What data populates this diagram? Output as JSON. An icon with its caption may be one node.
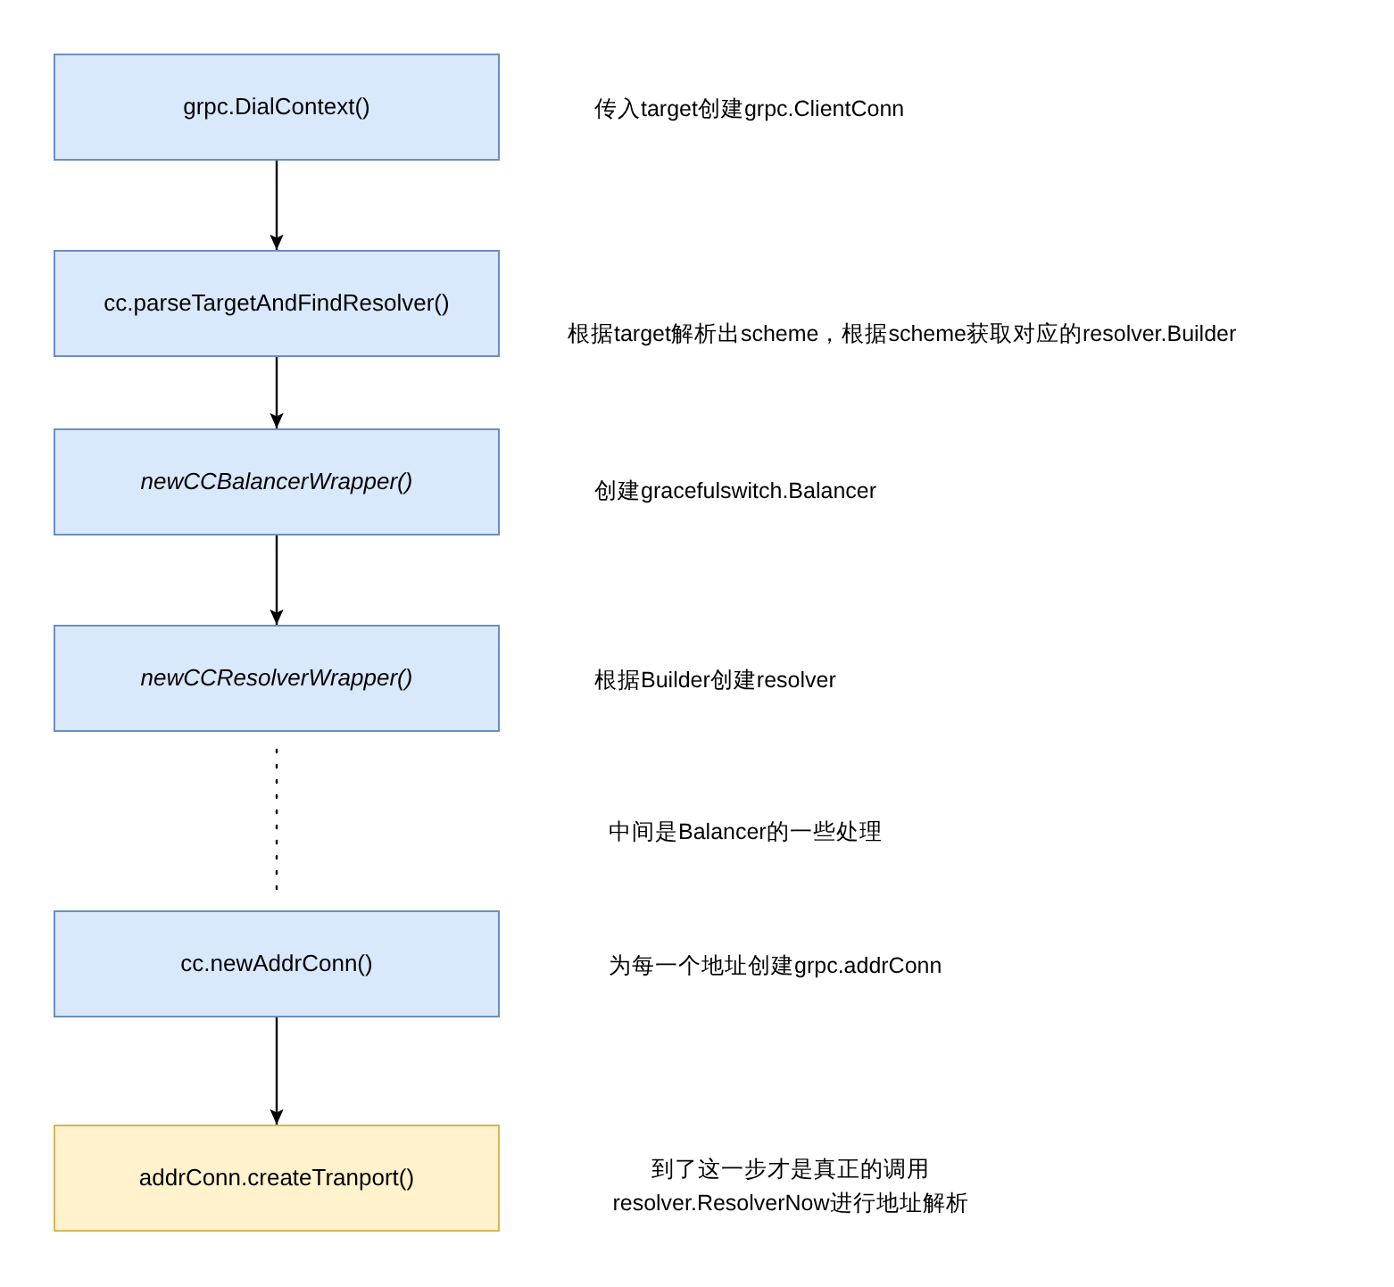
{
  "diagram": {
    "nodes": [
      {
        "text": [
          "grpc.DialContext()"
        ]
      },
      {
        "text": [
          "cc.parseTargetAndFindResolver()"
        ]
      },
      {
        "text": [
          "newCCBalancerWrapper()"
        ]
      },
      {
        "text": [
          "newCCResolverWrapper()"
        ]
      },
      {
        "text": [
          "cc.newAddrConn()"
        ]
      },
      {
        "text": [
          "addrConn.createTranport()"
        ]
      }
    ],
    "edges": [
      {
        "from": 0,
        "to": 1,
        "arrow": "to"
      },
      {
        "from": 1,
        "to": 2,
        "arrow": "to"
      },
      {
        "from": 2,
        "to": 3,
        "arrow": "to"
      },
      {
        "from": 3,
        "to": 4,
        "arrow": "none",
        "style": "dashed"
      },
      {
        "from": 4,
        "to": 5,
        "arrow": "to"
      }
    ],
    "labels": [
      "传入target创建grpc.ClientConn",
      "根据target解析出scheme，根据scheme获取对应的resolver.Builder",
      "创建gracefulswitch.Balancer",
      "根据Builder创建resolver",
      "中间是Balancer的一些处理",
      "为每一个地址创建grpc.addrConn",
      "到了这一步才是真正的调用 resolver.ResolverNow进行地址解析"
    ]
  }
}
